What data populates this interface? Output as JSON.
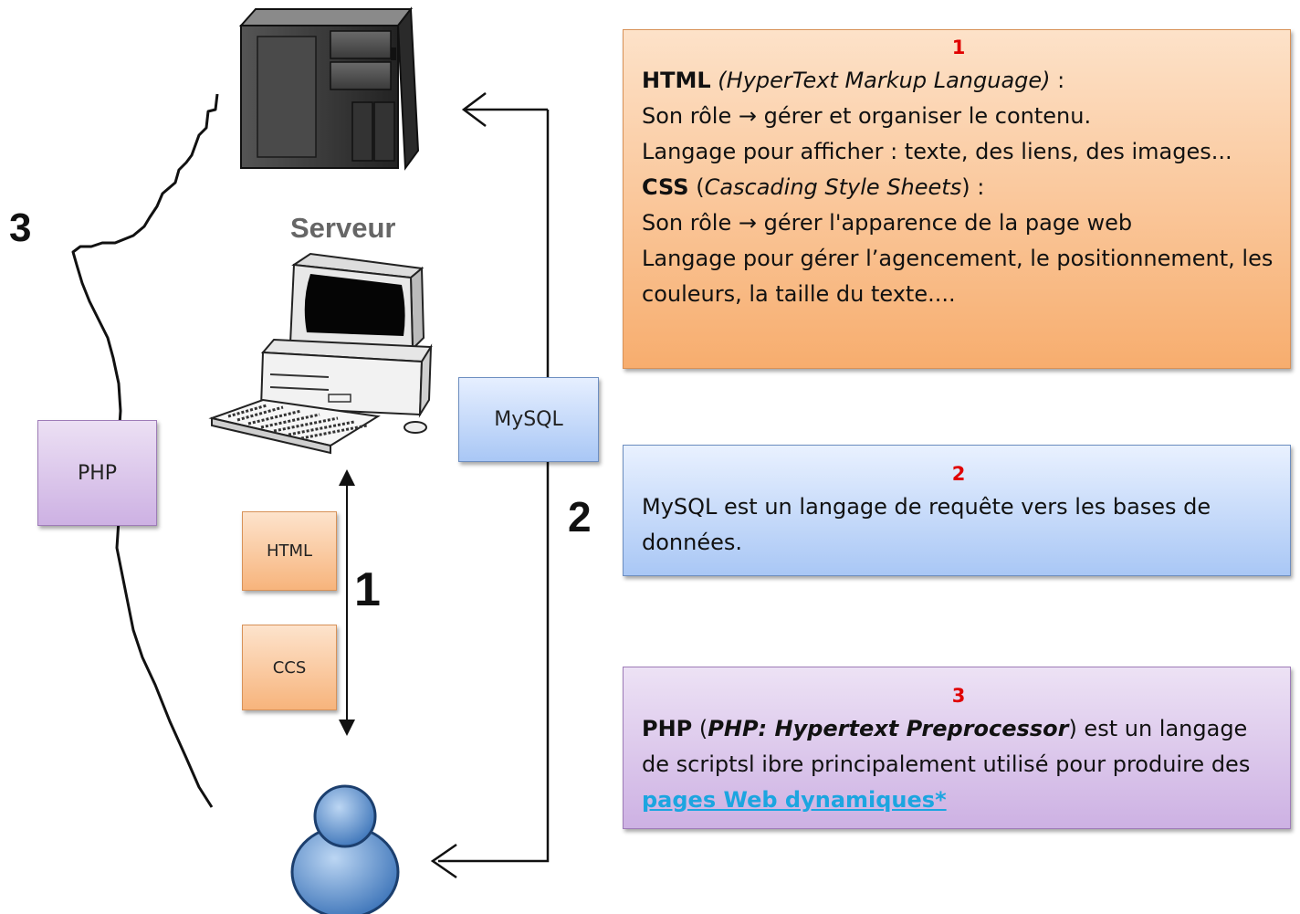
{
  "diagram": {
    "server_label": "Serveur",
    "boxes": {
      "php": "PHP",
      "mysql": "MySQL",
      "html": "HTML",
      "css": "CCS"
    },
    "step_numbers": {
      "left": "3",
      "middle": "2",
      "center": "1"
    }
  },
  "panels": {
    "panel1": {
      "number": "1",
      "html_term": "HTML",
      "html_expansion": "(HyperText Markup Language)",
      "html_colon": " :",
      "html_role": "Son rôle → gérer et organiser le contenu.",
      "html_desc": "Langage  pour afficher :  texte, des liens, des images...",
      "css_term": "CSS",
      "css_open": " (",
      "css_expansion": "Cascading Style Sheets",
      "css_close": ") :",
      "css_role": "Son rôle  →  gérer l'apparence de la page web",
      "css_desc": "Langage pour  gérer l’agencement, le positionnement, les couleurs,  la taille du texte...."
    },
    "panel2": {
      "number": "2",
      "text": "MySQL est un langage de requête vers les bases de données."
    },
    "panel3": {
      "number": "3",
      "php_term": "PHP",
      "php_open": " (",
      "php_expansion": "PHP: Hypertext Preprocessor",
      "php_rest": ") est un langage de scriptsl ibre  principalement utilisé pour produire des ",
      "php_link": "pages Web dynamiques*"
    }
  },
  "colors": {
    "orange_fill": "#f7ad6e",
    "blue_fill": "#a9c7f5",
    "purple_fill": "#cdb1e3",
    "number_red": "#e00000",
    "link_blue": "#1ca5e0"
  }
}
